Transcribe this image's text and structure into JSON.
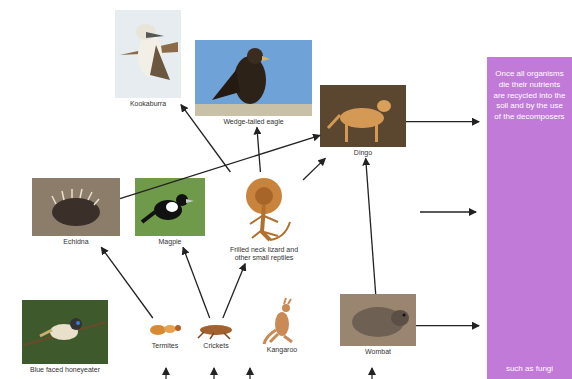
{
  "diagram": {
    "nodes": [
      {
        "text": [
          "Kookaburra"
        ]
      },
      {
        "text": [
          "Wedge-tailed eagle"
        ]
      },
      {
        "text": [
          "Dingo"
        ]
      },
      {
        "text": [
          "Once all organisms die their nutrients are recycled into the soil and by the use of the decomposers",
          "such as fungi"
        ]
      },
      {
        "text": [
          "Echidna"
        ]
      },
      {
        "text": [
          "Magpie"
        ]
      },
      {
        "text": [
          "Frilled neck lizard and other small reptiles"
        ]
      },
      {
        "text": [
          "Blue faced honeyeater"
        ]
      },
      {
        "text": [
          "Termites"
        ]
      },
      {
        "text": [
          "Crickets"
        ]
      },
      {
        "text": [
          "Kangaroo"
        ]
      },
      {
        "text": [
          "Wombat"
        ]
      }
    ],
    "edges": [
      {
        "from": 8,
        "to": 4,
        "arrow": "to"
      },
      {
        "from": 9,
        "to": 5,
        "arrow": "to"
      },
      {
        "from": 9,
        "to": 6,
        "arrow": "to"
      },
      {
        "from": 6,
        "to": 0,
        "arrow": "to"
      },
      {
        "from": 6,
        "to": 1,
        "arrow": "to"
      },
      {
        "from": 6,
        "to": 2,
        "arrow": "to"
      },
      {
        "from": 4,
        "to": 2,
        "arrow": "to"
      },
      {
        "from": 11,
        "to": 2,
        "arrow": "to"
      },
      {
        "from": 2,
        "to": 3,
        "arrow": "to"
      },
      {
        "from": 11,
        "to": 3,
        "arrow": "to"
      }
    ]
  }
}
